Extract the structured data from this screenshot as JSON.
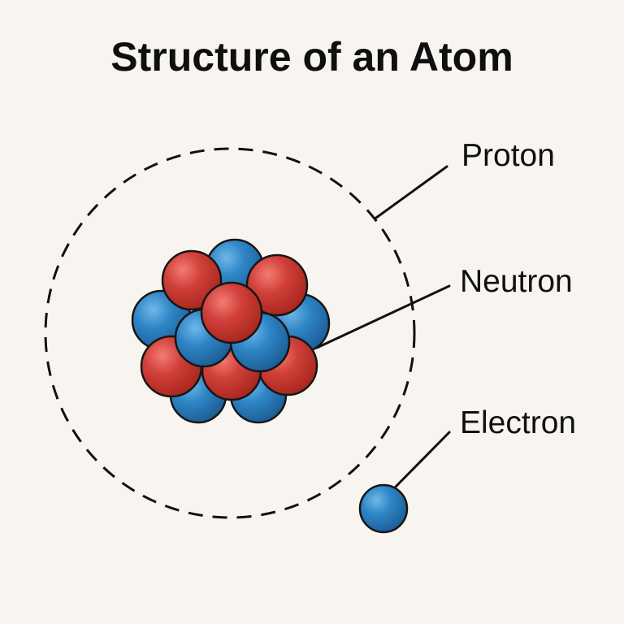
{
  "title": "Structure of an Atom",
  "labels": {
    "proton": "Proton",
    "neutron": "Neutron",
    "electron": "Electron"
  },
  "colors": {
    "background": "#f8f5f0",
    "proton": "#d1403a",
    "neutron": "#2f86c6",
    "electron": "#2f86c6",
    "line": "#111111"
  }
}
